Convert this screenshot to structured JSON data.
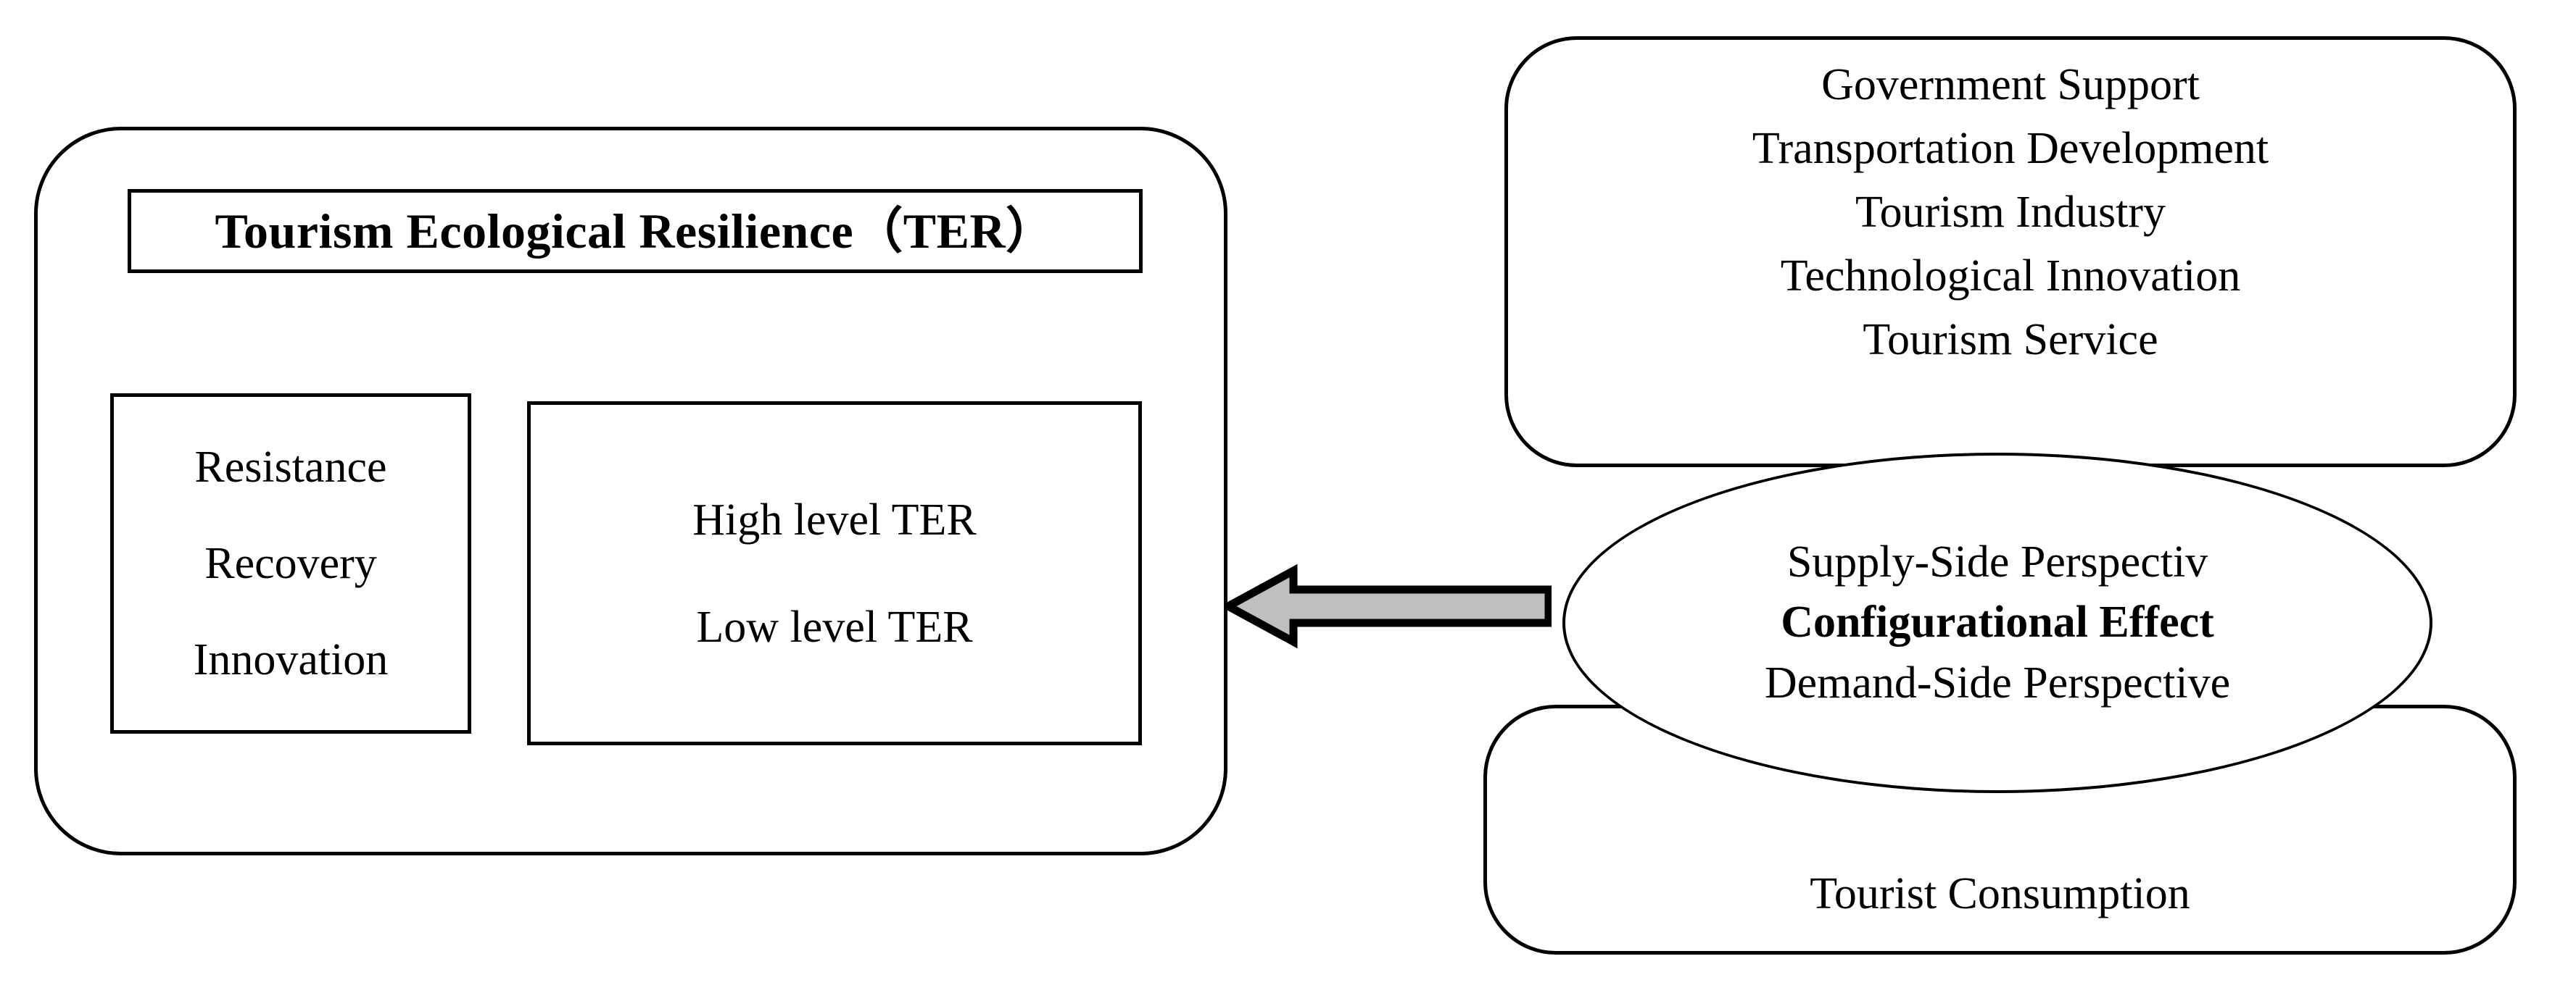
{
  "diagram": {
    "left_panel": {
      "title": "Tourism Ecological Resilience（TER）",
      "capacities": [
        {
          "label": "Resistance"
        },
        {
          "label": "Recovery"
        },
        {
          "label": "Innovation"
        }
      ],
      "levels": [
        {
          "label": "High level TER"
        },
        {
          "label": "Low level TER"
        }
      ]
    },
    "arrow": {
      "direction": "left",
      "fill_color": "#bfbfbf",
      "stroke_color": "#000000"
    },
    "supply_panel": {
      "items": [
        {
          "label": "Government Support"
        },
        {
          "label": "Transportation Development"
        },
        {
          "label": "Tourism Industry"
        },
        {
          "label": "Technological Innovation"
        },
        {
          "label": "Tourism Service"
        }
      ]
    },
    "effect_ellipse": {
      "lines": [
        {
          "label": "Supply-Side Perspectiv",
          "bold": false
        },
        {
          "label": "Configurational Effect",
          "bold": true
        },
        {
          "label": "Demand-Side Perspective",
          "bold": false
        }
      ]
    },
    "demand_panel": {
      "item": "Tourist Consumption"
    }
  }
}
